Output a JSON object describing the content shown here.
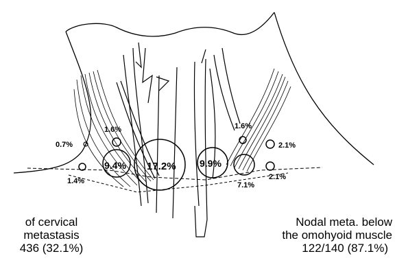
{
  "figure": {
    "labels": {
      "left_side": {
        "level_2_node": "1.6%",
        "lateral_node": "0.7%",
        "lower_lateral": "1.4%",
        "level_3_node": "9.4%",
        "level_4_node": "17.2%"
      },
      "right_side": {
        "level_2_node": "1.6%",
        "lateral_node": "2.1%",
        "level_3_node": "9.9%",
        "level_4_node": "7.1%",
        "lower_lateral": "2.1%"
      }
    },
    "captions": {
      "left": {
        "line1": "of cervical",
        "line2": "metastasis",
        "line3": "436 (32.1%)"
      },
      "right": {
        "line1": "Nodal meta. below",
        "line2": "the omohyoid muscle",
        "line3": "122/140 (87.1%)"
      }
    }
  }
}
